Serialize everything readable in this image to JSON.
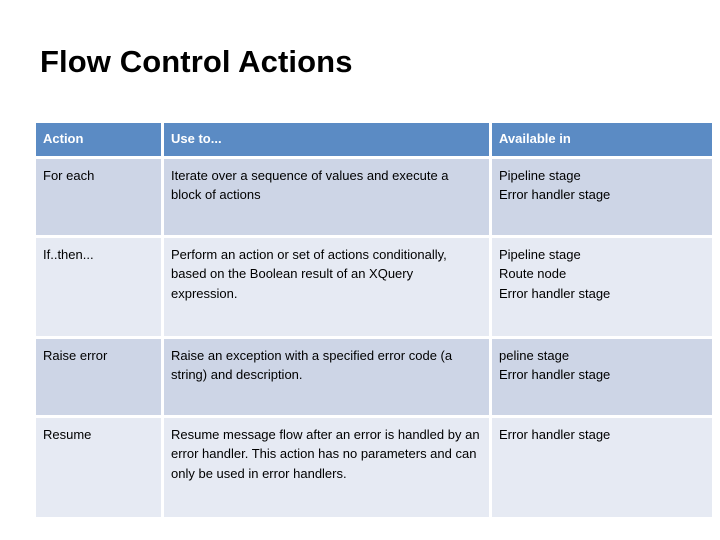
{
  "slide": {
    "title": "Flow Control Actions"
  },
  "table": {
    "headers": [
      "Action",
      "Use to...",
      "Available in"
    ],
    "rows": [
      {
        "action": "For each",
        "use_to": "Iterate over a sequence of values and execute a block of actions",
        "available_in": [
          "Pipeline stage",
          "Error handler stage"
        ]
      },
      {
        "action": "If..then...",
        "use_to": "Perform an action or set of actions conditionally, based on the Boolean result of an XQuery expression.",
        "available_in": [
          "Pipeline stage",
          "Route node",
          "Error handler stage"
        ]
      },
      {
        "action": "Raise error",
        "use_to": "Raise an exception with a specified error code (a string) and description.",
        "available_in": [
          "peline stage",
          "Error handler stage"
        ]
      },
      {
        "action": "Resume",
        "use_to": "Resume message flow after an error is handled by an error handler. This action has no parameters and can only be used in error handlers.",
        "available_in": [
          "Error handler stage"
        ]
      }
    ]
  },
  "colors": {
    "header_blue": "#5B8BC4",
    "row_dark": "#CDD5E6",
    "row_light": "#E6EAF3",
    "text": "#000000",
    "header_text": "#FFFFFF",
    "background": "#FFFFFF"
  }
}
